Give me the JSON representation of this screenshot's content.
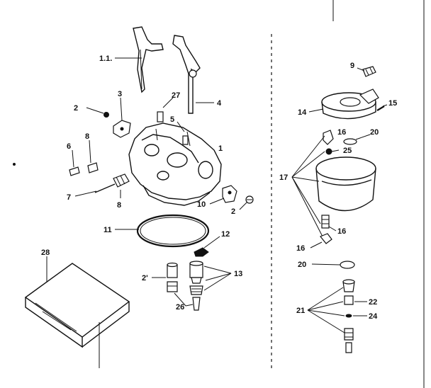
{
  "diagram": {
    "labels": {
      "l_choke": "1.1.",
      "l1": "1",
      "l2a": "2",
      "l2b": "2",
      "l3": "3",
      "l4": "4",
      "l5": "5",
      "l6": "6",
      "l7": "7",
      "l8a": "8",
      "l8b": "8",
      "l9": "9",
      "l10": "10",
      "l11": "11",
      "l12": "12",
      "l13": "13",
      "l14": "14",
      "l15": "15",
      "l16a": "16",
      "l16b": "16",
      "l16c": "16",
      "l17": "17",
      "l20a": "20",
      "l20b": "20",
      "l21": "21",
      "l22": "22",
      "l24": "24",
      "l25": "25",
      "l26": "26",
      "l27a": "27",
      "l27b": "2'",
      "l28": "28"
    }
  }
}
